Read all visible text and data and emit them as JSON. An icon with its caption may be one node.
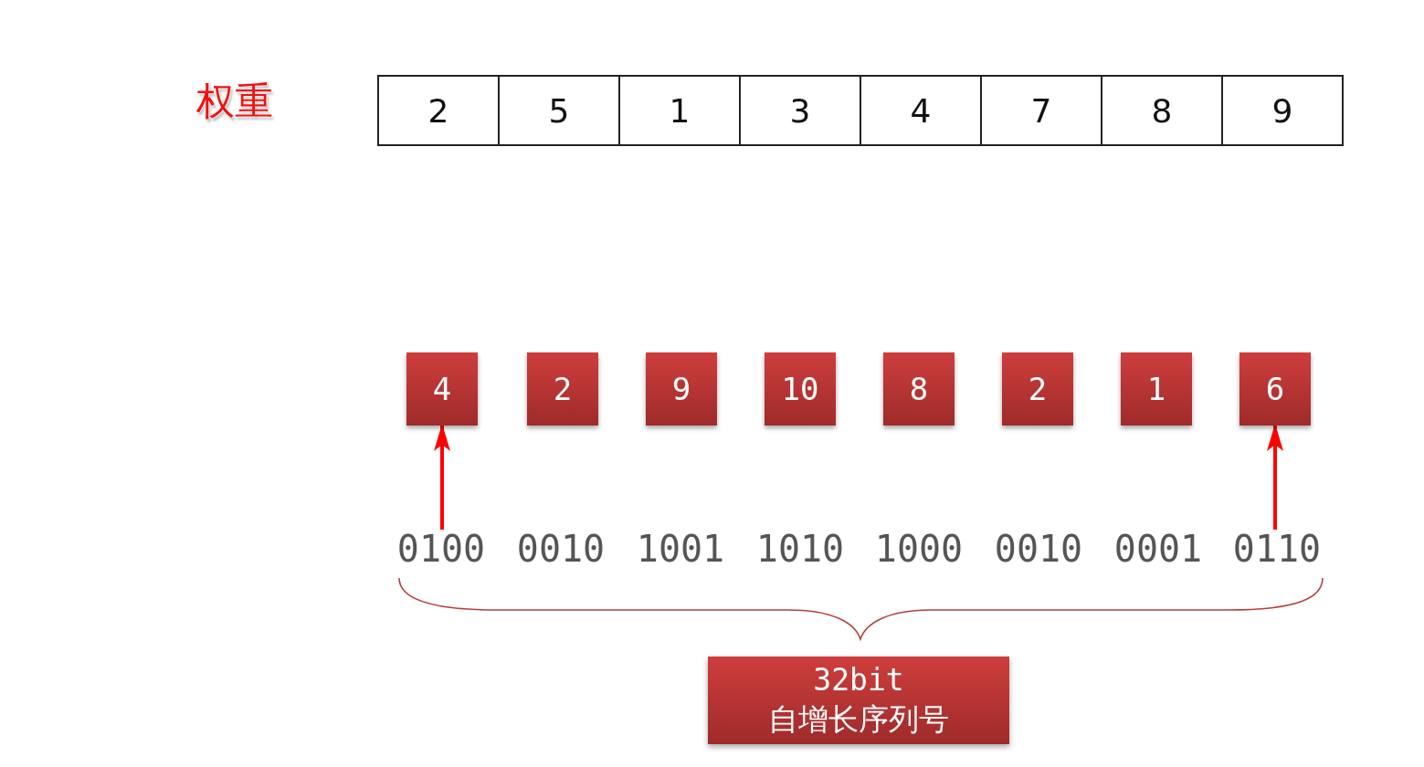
{
  "diagram": {
    "nodes": [
      {
        "text": [
          "4"
        ]
      },
      {
        "text": [
          "2"
        ]
      },
      {
        "text": [
          "9"
        ]
      },
      {
        "text": [
          "10"
        ]
      },
      {
        "text": [
          "8"
        ]
      },
      {
        "text": [
          "2"
        ]
      },
      {
        "text": [
          "1"
        ]
      },
      {
        "text": [
          "6"
        ]
      },
      {
        "text": [
          "0100"
        ]
      },
      {
        "text": [
          "0010"
        ]
      },
      {
        "text": [
          "1001"
        ]
      },
      {
        "text": [
          "1010"
        ]
      },
      {
        "text": [
          "1000"
        ]
      },
      {
        "text": [
          "0010"
        ]
      },
      {
        "text": [
          "0001"
        ]
      },
      {
        "text": [
          "0110"
        ]
      },
      {
        "text": [
          "32bit 自增长序列号"
        ]
      }
    ],
    "edges": [
      {
        "from": 8,
        "to": 0,
        "arrow": "to"
      },
      {
        "from": 15,
        "to": 7,
        "arrow": "to"
      }
    ],
    "labels": [
      "权重",
      "2",
      "5",
      "1",
      "3",
      "4",
      "7",
      "8",
      "9"
    ]
  }
}
